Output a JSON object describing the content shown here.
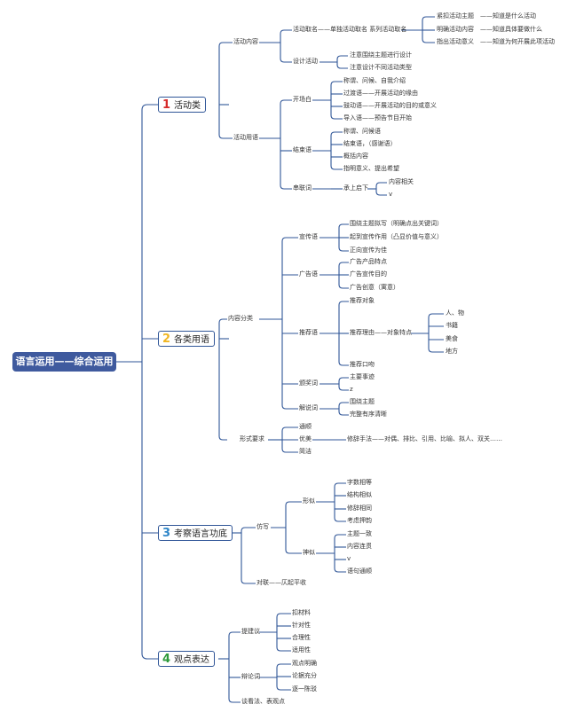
{
  "root": "语言运用——综合运用",
  "colors": {
    "line": "#2f5597",
    "root_bg": "#3f5a9e",
    "num1": "#d62b2b",
    "num2": "#f0b623",
    "num3": "#2e86c8",
    "num4": "#2e9a3b"
  },
  "cats": {
    "c1": {
      "num": "1",
      "label": "活动类"
    },
    "c2": {
      "num": "2",
      "label": "各类用语"
    },
    "c3": {
      "num": "3",
      "label": "考察语言功底"
    },
    "c4": {
      "num": "4",
      "label": "观点表达"
    }
  },
  "nodes": {
    "hdnr": "活动内容",
    "hdqm": "活动取名",
    "qmdesc": "——单独活动取名  系列活动取名",
    "jk": "紧扣活动主题",
    "jk2": "——知道是什么活动",
    "mq": "明确活动内容",
    "mq2": "——知道具体要做什么",
    "zc": "指出活动意义",
    "zc2": "——知道为何开展此项活动",
    "sjhd": "设计活动",
    "sj1": "注意围绕主题进行设计",
    "sj2": "注意设计不同活动类型",
    "hdyy": "活动用语",
    "kcb": "开场白",
    "kc1": "称谓、问候、自我介绍",
    "kc2": "过渡语——开展活动的缘由",
    "kc3": "鼓动语——开展活动的目的或意义",
    "kc4": "导入语——预告节目开始",
    "jsy": "结束语",
    "js1": "称谓、问候语",
    "js2": "结束语，（感谢语）",
    "js3": "概括内容",
    "js4": "指明意义、提出希望",
    "clc": "串联词",
    "cs": "承上启下",
    "nrxg": "内容相关",
    "v1": "v",
    "nrfl": "内容分类",
    "xcy": "宣传语",
    "xc1": "围绕主题拟写（明确点出关键词）",
    "xc2": "起到宣传作用（凸显价值与意义）",
    "xc3": "正向宣传为佳",
    "ggy": "广告语",
    "gg1": "广告产品特点",
    "gg2": "广告宣传目的",
    "gg3": "广告创意（寓意）",
    "tjy": "推荐语",
    "tj1": "推荐对象",
    "tj2": "推荐理由——对象特点",
    "tj3": "推荐口吻",
    "rw": "人、物",
    "ss": "书籍",
    "ms": "美食",
    "df": "地方",
    "bjc": "颁奖词",
    "bj1": "主要事迹",
    "bjz": "z",
    "jsc": "解说词",
    "jc1": "围绕主题",
    "jc2": "完整有序清晰",
    "xsyq": "形式要求",
    "tc": "通顺",
    "ym": "优美",
    "xc": "修辞手法——对偶、排比、引用、比喻、拟人、双关……",
    "jj": "简洁",
    "fx": "仿写",
    "xs": "形似",
    "xs1": "字数相等",
    "xs2": "结构相似",
    "xs3": "修辞相同",
    "xs4": "考虑押韵",
    "ss2": "神似",
    "sx1": "主题一致",
    "sx2": "内容连贯",
    "sxv": "v",
    "sx3": "语句通顺",
    "dl": "对联——仄起平收",
    "tjyi": "提建议",
    "ty1": "扣材料",
    "ty2": "针对性",
    "ty3": "合理性",
    "ty4": "适用性",
    "blc": "辩论词",
    "bl1": "观点明确",
    "bl2": "论据充分",
    "bl3": "逐一陈驳",
    "tkf": "谈看法、表观点"
  }
}
